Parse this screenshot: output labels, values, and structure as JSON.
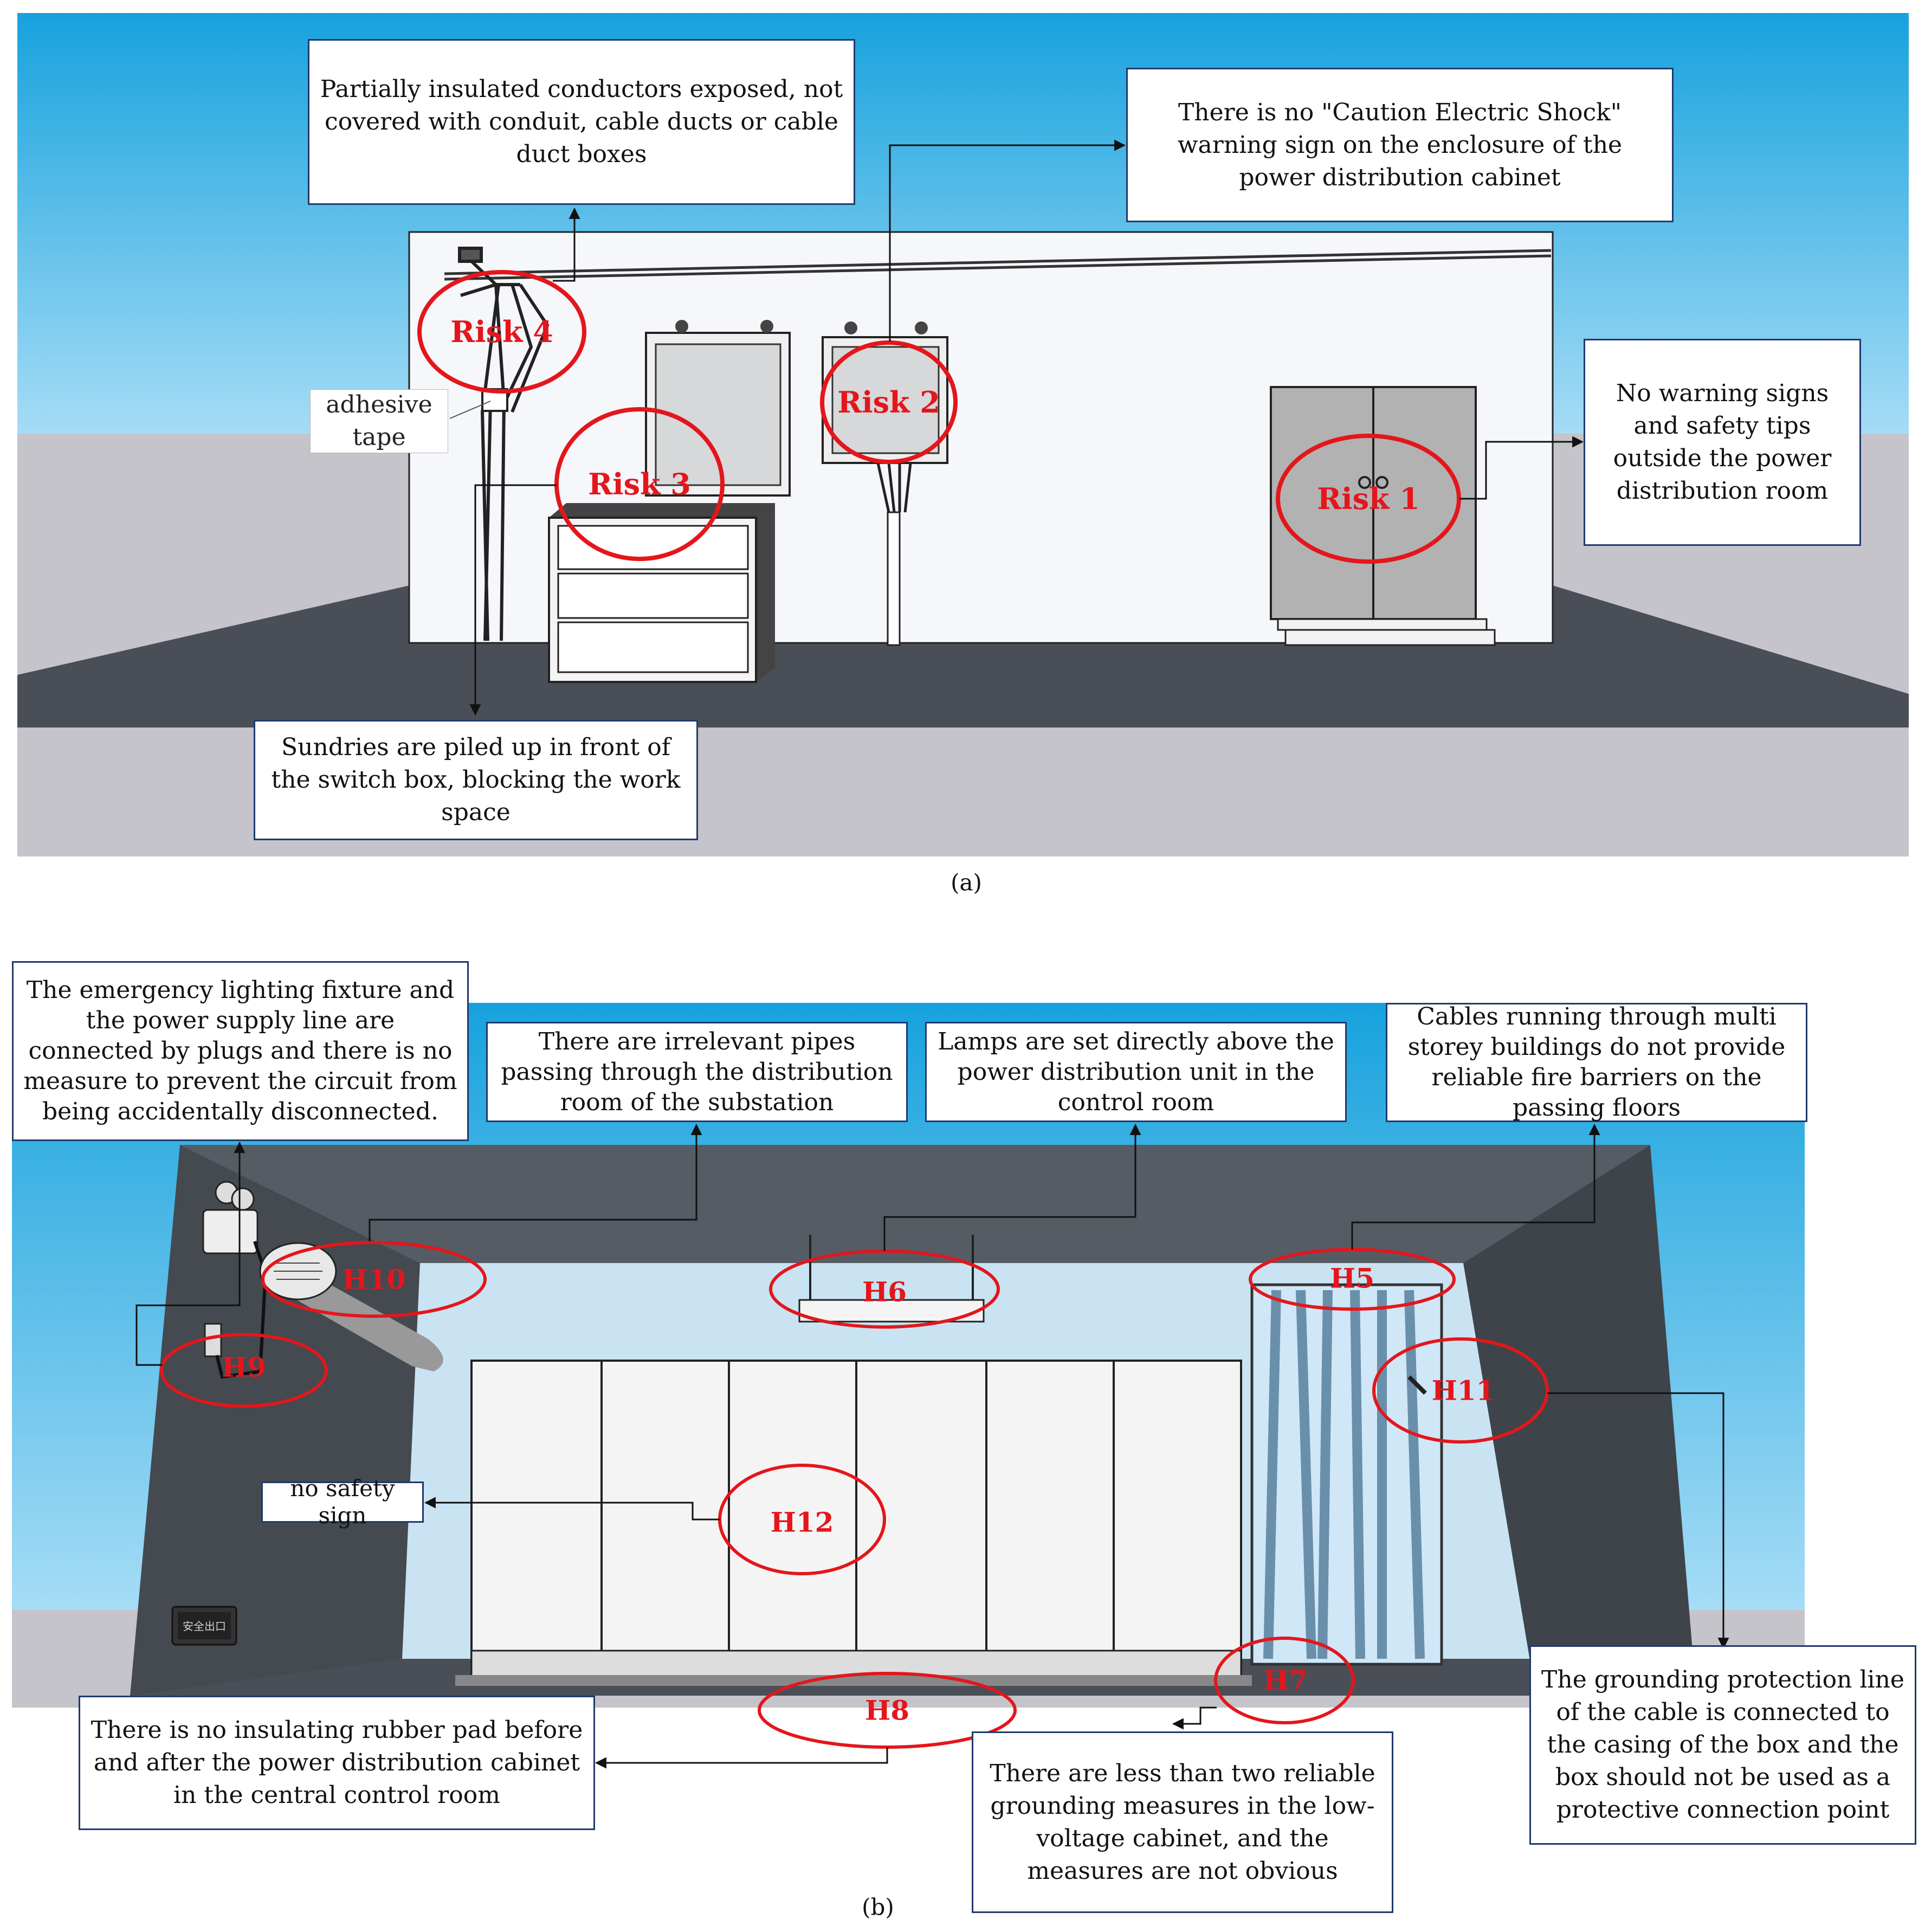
{
  "panel_a": {
    "caption": "(a)",
    "risks": [
      "Risk 4",
      "Risk 2",
      "Risk 3",
      "Risk 1"
    ],
    "callouts": {
      "conductors": "Partially insulated conductors exposed, not covered with conduit, cable ducts or cable duct boxes",
      "no_caution_sign": "There is no \"Caution Electric Shock\" warning sign on the enclosure of the power distribution cabinet",
      "no_warning_signs": "No warning signs and safety tips outside the power distribution room",
      "sundries": "Sundries are piled up in front of the switch box, blocking the work space",
      "adhesive_tape": "adhesive tape"
    }
  },
  "panel_b": {
    "caption": "(b)",
    "hazards": [
      "H10",
      "H9",
      "H6",
      "H5",
      "H11",
      "H12",
      "H8",
      "H7"
    ],
    "callouts": {
      "emergency_lighting": "The emergency lighting fixture and the power supply line are connected by plugs and there is no measure to prevent the circuit from being accidentally disconnected.",
      "irrelevant_pipes": "There are irrelevant pipes passing through the distribution room of the substation",
      "lamps_above": "Lamps are set directly above the power distribution unit in the control room",
      "cables_multistorey": "Cables running through multi storey buildings do not provide reliable fire barriers on the passing floors",
      "no_safety_sign": "no safety sign",
      "rubber_pad": "There is no insulating rubber pad before and after the power distribution cabinet in the central control room",
      "grounding_measures": "There are less than two reliable grounding measures in the low-voltage cabinet, and the measures are not obvious",
      "grounding_line": "The grounding protection line of the cable is connected to the casing of the box and the box should not be used as a protective connection point"
    },
    "exit_sign": "安全出口"
  },
  "colors": {
    "sky_top": "#17a2dd",
    "sky_bottom": "#a6dcf6",
    "floor": "#4a4e56",
    "ground": "#c4c4ca",
    "wall": "#f5f7fa",
    "risk_red": "#e4161c",
    "callout_border": "#1f3a6e",
    "room_dark": "#454b52",
    "room_back": "#c9e3f3"
  }
}
